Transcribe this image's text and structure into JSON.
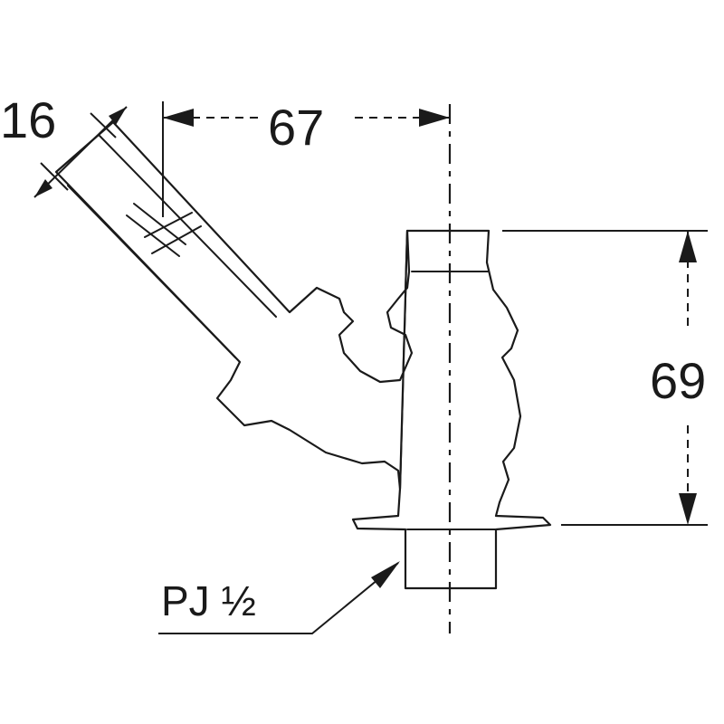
{
  "dimensions": {
    "spout_diameter": "16",
    "horizontal_reach": "67",
    "height": "69"
  },
  "callout": {
    "thread_spec": "PJ ½"
  }
}
